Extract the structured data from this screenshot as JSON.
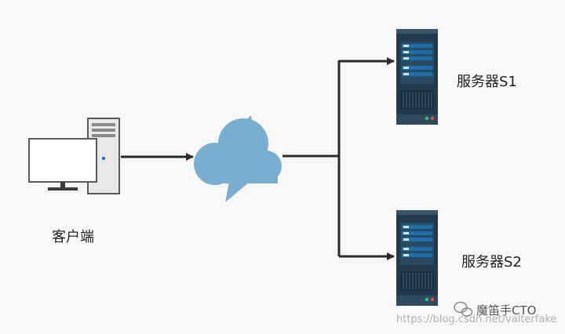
{
  "nodes": {
    "client": {
      "label": "客户端"
    },
    "server1": {
      "label": "服务器S1"
    },
    "server2": {
      "label": "服务器S2"
    }
  },
  "watermark": {
    "brand": "魔笛手CTO",
    "url": "https://blog.csdn.net/valterfake"
  },
  "colors": {
    "cloud": "#7aaed0",
    "server_body": "#233a4d",
    "server_panel": "#1f6fa8",
    "arrow": "#2b2b2b"
  }
}
